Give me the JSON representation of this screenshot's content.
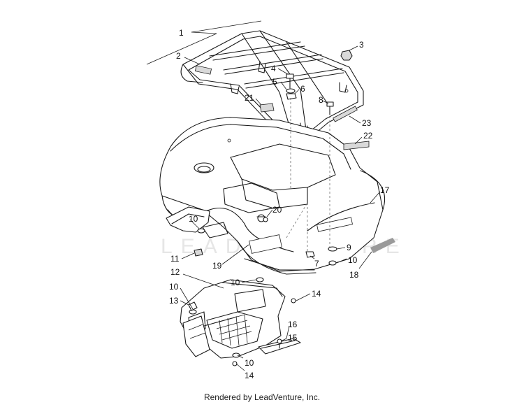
{
  "diagram": {
    "watermark": "LEADVENTURE",
    "callouts": [
      {
        "id": "c1",
        "label": "1"
      },
      {
        "id": "c2",
        "label": "2"
      },
      {
        "id": "c3",
        "label": "3"
      },
      {
        "id": "c4",
        "label": "4"
      },
      {
        "id": "c5",
        "label": "5"
      },
      {
        "id": "c6",
        "label": "6"
      },
      {
        "id": "c7",
        "label": "7"
      },
      {
        "id": "c8",
        "label": "8"
      },
      {
        "id": "c9",
        "label": "9"
      },
      {
        "id": "c10a",
        "label": "10"
      },
      {
        "id": "c10b",
        "label": "10"
      },
      {
        "id": "c10c",
        "label": "10"
      },
      {
        "id": "c10d",
        "label": "10"
      },
      {
        "id": "c10e",
        "label": "10"
      },
      {
        "id": "c11",
        "label": "11"
      },
      {
        "id": "c12",
        "label": "12"
      },
      {
        "id": "c13",
        "label": "13"
      },
      {
        "id": "c14a",
        "label": "14"
      },
      {
        "id": "c14b",
        "label": "14"
      },
      {
        "id": "c15",
        "label": "15"
      },
      {
        "id": "c16",
        "label": "16"
      },
      {
        "id": "c17",
        "label": "17"
      },
      {
        "id": "c18",
        "label": "18"
      },
      {
        "id": "c19",
        "label": "19"
      },
      {
        "id": "c20",
        "label": "20"
      },
      {
        "id": "c21",
        "label": "21"
      },
      {
        "id": "c22",
        "label": "22"
      },
      {
        "id": "c23",
        "label": "23"
      }
    ]
  },
  "footer": {
    "text": "Rendered by LeadVenture, Inc."
  }
}
